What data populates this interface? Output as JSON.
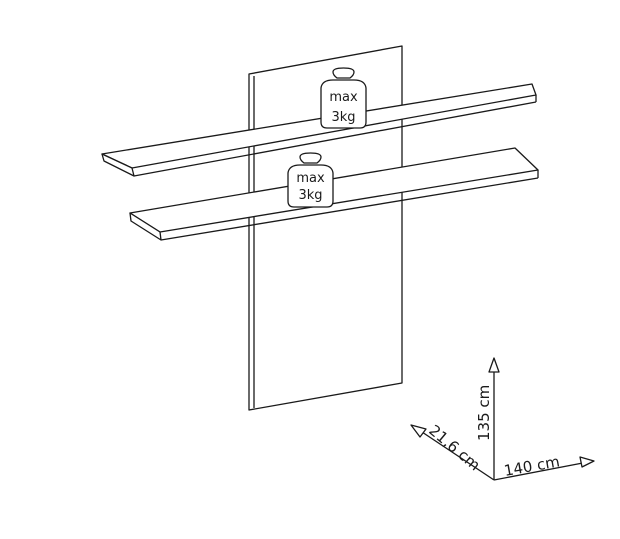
{
  "weights": [
    {
      "line1": "max",
      "line2": "3kg"
    },
    {
      "line1": "max",
      "line2": "3kg"
    }
  ],
  "dimensions": {
    "height": "135 cm",
    "depth": "21,6 cm",
    "width": "140 cm"
  }
}
